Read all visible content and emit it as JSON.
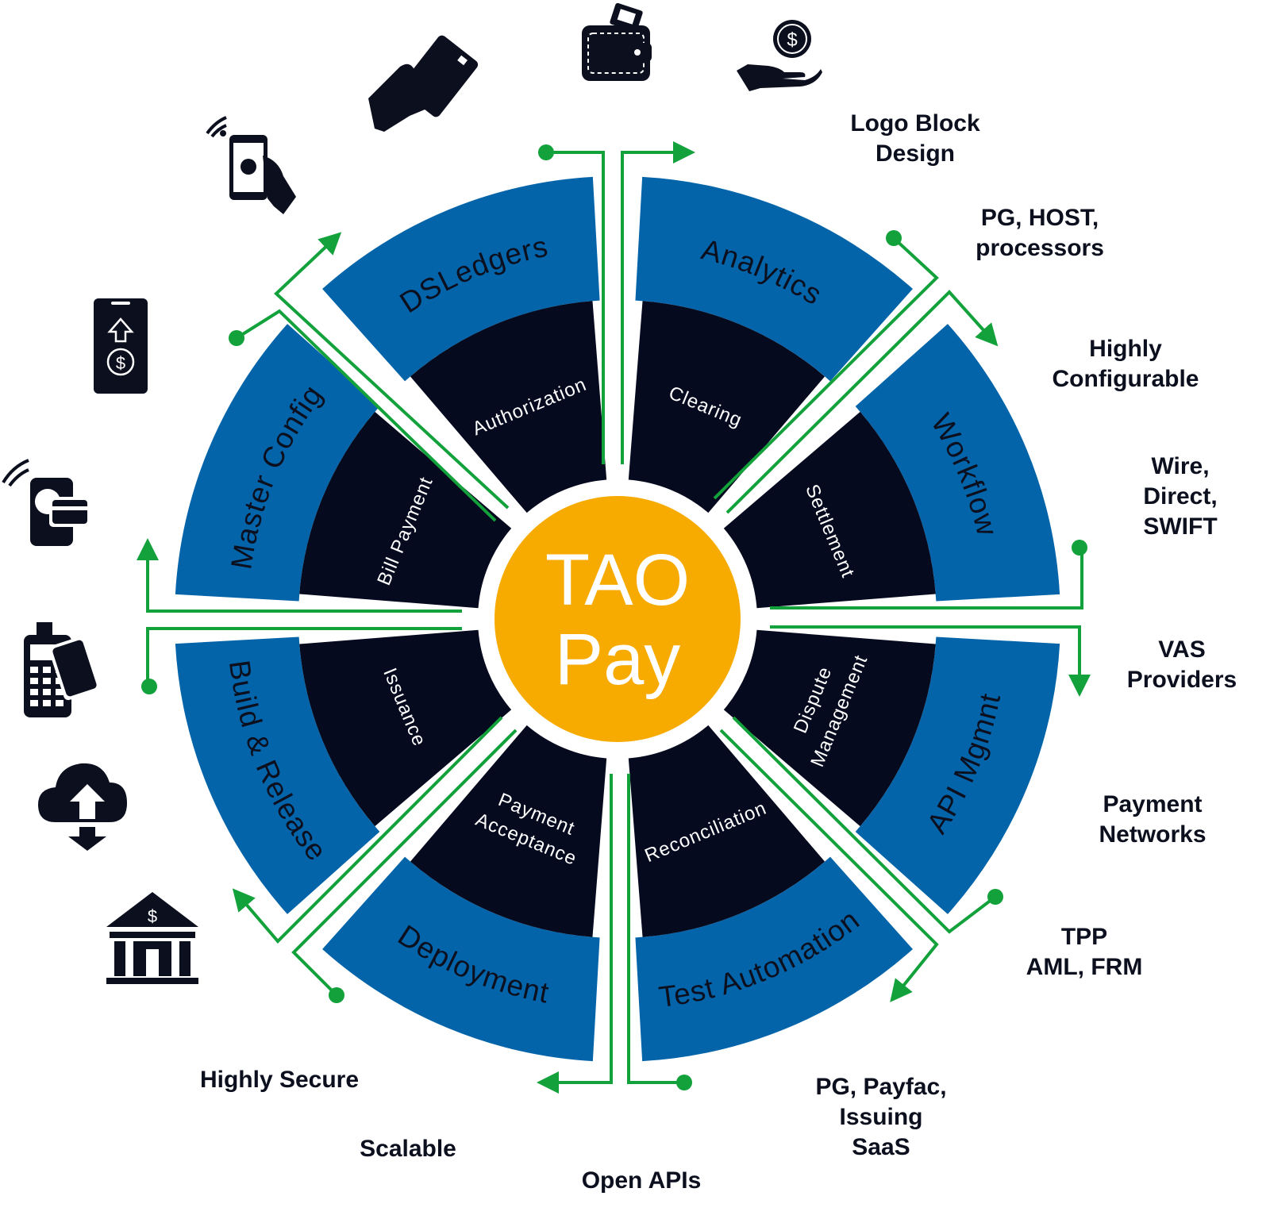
{
  "center": {
    "line1": "TAO",
    "line2": "Pay"
  },
  "colors": {
    "outer_ring": "#0464aa",
    "inner_ring": "#050a1e",
    "center": "#f7ab00",
    "connectors": "#13a13b",
    "text_dark": "#0b0f1e",
    "background": "#ffffff"
  },
  "outer_segments": [
    {
      "label": "Master Config"
    },
    {
      "label": "DSLedgers"
    },
    {
      "label": "Analytics"
    },
    {
      "label": "Workflow"
    },
    {
      "label": "API Mgmnt"
    },
    {
      "label": "Test Automation"
    },
    {
      "label": "Deployment"
    },
    {
      "label": "Build & Release"
    }
  ],
  "inner_segments": [
    {
      "lines": [
        "Bill Payment"
      ]
    },
    {
      "lines": [
        "Authorization"
      ]
    },
    {
      "lines": [
        "Clearing"
      ]
    },
    {
      "lines": [
        "Settlement"
      ]
    },
    {
      "lines": [
        "Dispute",
        "Management"
      ]
    },
    {
      "lines": [
        "Reconciliation"
      ]
    },
    {
      "lines": [
        "Payment",
        "Acceptance"
      ]
    },
    {
      "lines": [
        "Issuance"
      ]
    }
  ],
  "external_labels": [
    {
      "lines": [
        "Logo Block",
        "Design"
      ]
    },
    {
      "lines": [
        "PG, HOST,",
        "processors"
      ]
    },
    {
      "lines": [
        "Highly",
        "Configurable"
      ]
    },
    {
      "lines": [
        "Wire,",
        "Direct,",
        "SWIFT"
      ]
    },
    {
      "lines": [
        "VAS",
        "Providers"
      ]
    },
    {
      "lines": [
        "Payment",
        "Networks"
      ]
    },
    {
      "lines": [
        "TPP",
        "AML, FRM"
      ]
    },
    {
      "lines": [
        "PG, Payfac,",
        "Issuing",
        "SaaS"
      ]
    },
    {
      "lines": [
        "Open APIs"
      ]
    },
    {
      "lines": [
        "Scalable"
      ]
    },
    {
      "lines": [
        "Highly Secure"
      ]
    }
  ],
  "icons": [
    "wallet-icon",
    "hand-coin-icon",
    "hand-card-icon",
    "contactless-phone-icon",
    "mobile-upload-dollar-icon",
    "contactless-card-icon",
    "pos-terminal-icon",
    "cloud-sync-icon",
    "bank-icon"
  ]
}
